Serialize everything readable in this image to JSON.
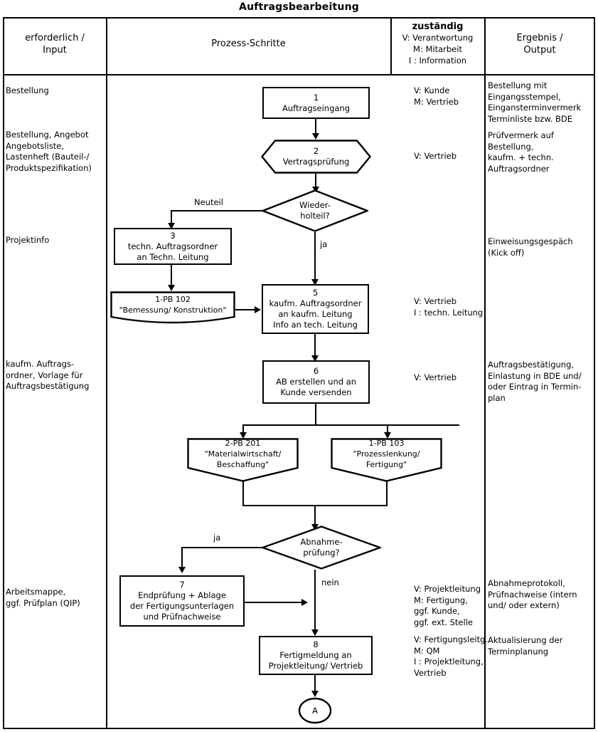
{
  "title": "Auftragsbearbeitung",
  "table": {
    "headers": {
      "input": "erforderlich /\nInput",
      "process": "Prozess-Schritte",
      "responsible_title": "zuständig",
      "responsible_legend": [
        "V: Verantwortung",
        "M: Mitarbeit",
        "I : Information"
      ],
      "output": "Ergebnis /\nOutput"
    }
  },
  "input_column": [
    {
      "text": "Bestellung"
    },
    {
      "text": "Bestellung, Angebot\nAngebotsliste,\nLastenheft (Bauteil-/\nProduktspezifikation)"
    },
    {
      "text": "Projektinfo"
    },
    {
      "text": "kaufm. Auftrags-\nordner, Vorlage für\nAuftragsbestätigung"
    },
    {
      "text": "Arbeitsmappe,\nggf. Prüfplan (QIP)"
    }
  ],
  "responsible_column": [
    {
      "text": "V: Kunde\nM: Vertrieb"
    },
    {
      "text": "V: Vertrieb"
    },
    {
      "text": "V: Vertrieb\n I : techn. Leitung"
    },
    {
      "text": "V: Vertrieb"
    },
    {
      "text": "V: Projektleitung\nM: Fertigung,\n      ggf. Kunde,\n      ggf. ext. Stelle"
    },
    {
      "text": "V: Fertigungsleitg.\nM: QM\n  I : Projektleitung,\n      Vertrieb"
    }
  ],
  "output_column": [
    {
      "text": "Bestellung mit\nEingangsstempel,\nEingansterminvermerk\nTerminliste bzw. BDE"
    },
    {
      "text": "Prüfvermerk auf\nBestellung,\nkaufm. + techn.\nAuftragsordner"
    },
    {
      "text": "Einweisungsgespäch\n  (Kick off)"
    },
    {
      "text": "Auftragsbestätigung,\nEinlastung in BDE und/\noder Eintrag in Termin-\nplan"
    },
    {
      "text": "Abnahmeprotokoll,\nPrüfnachweise (intern\nund/ oder extern)"
    },
    {
      "text": "Aktualisierung der\nTerminplanung"
    }
  ],
  "nodes": {
    "n1": {
      "num": "1",
      "text": "1\nAuftragseingang",
      "shape": "rectangle"
    },
    "n2": {
      "num": "2",
      "text": "2\nVertragsprüfung",
      "shape": "hexagon"
    },
    "d1": {
      "text": "Wieder-\nholteil?",
      "shape": "diamond"
    },
    "n3": {
      "num": "3",
      "text": "3\ntechn. Auftragsordner\nan Techn. Leitung",
      "shape": "rectangle"
    },
    "pb102": {
      "text": "1-PB 102\n\"Bemessung/ Konstruktion\"",
      "shape": "document"
    },
    "n5": {
      "num": "5",
      "text": "5\nkaufm. Auftragsordner\nan kaufm. Leitung\nInfo an tech. Leitung",
      "shape": "rectangle"
    },
    "n6": {
      "num": "6",
      "text": "6\nAB erstellen und an\nKunde versenden",
      "shape": "rectangle"
    },
    "pb201": {
      "text": "2-PB 201\n\"Materialwirtschaft/\nBeschaffung\"",
      "shape": "pentagon"
    },
    "pb103": {
      "text": "1-PB 103\n\"Prozesslenkung/\nFertigung\"",
      "shape": "pentagon"
    },
    "d2": {
      "text": "Abnahme-\nprüfung?",
      "shape": "diamond"
    },
    "n7": {
      "num": "7",
      "text": "7\nEndprüfung + Ablage\nder Fertigungsunterlagen\nund Prüfnachweise",
      "shape": "rectangle"
    },
    "n8": {
      "num": "8",
      "text": "8\nFertigmeldung an\nProjektleitung/ Vertrieb",
      "shape": "rectangle"
    },
    "connA": {
      "text": "A",
      "shape": "ellipse"
    }
  },
  "edge_labels": {
    "neuteil": "Neuteil",
    "ja1": "ja",
    "ja2": "ja",
    "nein": "nein"
  },
  "colors": {
    "line": "#000000",
    "background": "#ffffff",
    "text": "#000000"
  }
}
